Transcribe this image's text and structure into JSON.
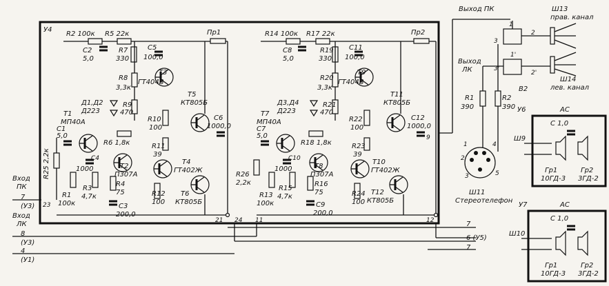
{
  "blocks": {
    "u4": "У4",
    "u6": "У6",
    "u7": "У7"
  },
  "ch1": {
    "R2": "R2 100к",
    "R5": "R5 22к",
    "Pr1": "Пр1",
    "C2": "C2",
    "C2v": "5,0",
    "R7": "R7",
    "R7v": "330",
    "C5": "C5",
    "C5v": "100,0",
    "T3": "T3",
    "T3t": "ГТ404В",
    "R8": "R8",
    "R8v": "3,3к",
    "D12": "Д1,Д2",
    "D12t": "Д223",
    "R9": "R9",
    "R9v": "470",
    "T5": "T5",
    "T5t": "КТ805Б",
    "C1": "C1",
    "C1v": "5,0",
    "T1": "T1",
    "T1t": "МП40А",
    "R6": "R6 1,8к",
    "R10": "R10",
    "R10v": "100",
    "C6": "C6",
    "C6v": "1000,0",
    "C4": "C4",
    "C4v": "1000",
    "R11": "R11",
    "R11v": "39",
    "T2": "T2",
    "T2t": "П307А",
    "T4": "T4",
    "T4t": "ГТ402Ж",
    "R25": "R25 2,2к",
    "R1": "R1",
    "R1v": "100к",
    "R3": "R3",
    "R3v": "4,7к",
    "R4": "R4",
    "R4v": "75",
    "C3": "C3",
    "C3v": "200,0",
    "R12": "R12",
    "R12v": "100",
    "T6": "T6",
    "T6t": "КТ805Б"
  },
  "ch2": {
    "R14": "R14 100к",
    "R17": "R17 22к",
    "Pr2": "Пр2",
    "C8": "C8",
    "C8v": "5,0",
    "R19": "R19",
    "R19v": "330",
    "C11": "C11",
    "C11v": "100,0",
    "T9": "T9",
    "T9t": "ГТ404В",
    "R20": "R20",
    "R20v": "3,3к",
    "D34": "Д3,Д4",
    "D34t": "Д223",
    "R21": "R21",
    "R21v": "470",
    "T11": "T11",
    "T11t": "КТ805Б",
    "C7": "C7",
    "C7v": "5,0",
    "T7": "T7",
    "T7t": "МП40А",
    "R18": "R18 1,8к",
    "R22": "R22",
    "R22v": "100",
    "C12": "C12",
    "C12v": "1000,0",
    "C10": "C10",
    "C10v": "1000",
    "R23": "R23",
    "R23v": "39",
    "T8": "T8",
    "T8t": "П307А",
    "T10": "T10",
    "T10t": "ГТ402Ж",
    "R26": "R26",
    "R26v": "2,2к",
    "R13": "R13",
    "R13v": "100к",
    "R15": "R15",
    "R15v": "4,7к",
    "R16": "R16",
    "R16v": "75",
    "C9": "C9",
    "C9v": "200,0",
    "R24": "R24",
    "R24v": "100",
    "T12": "T12",
    "T12t": "КТ805Б"
  },
  "io": {
    "in_pk_1": "Вход",
    "in_pk_2": "ПК",
    "in_lk_1": "Вход",
    "in_lk_2": "ЛК",
    "out_pk": "Выход ПК",
    "out_lk_1": "Выход",
    "out_lk_2": "ЛК",
    "n7a": "7",
    "n8": "8",
    "n4": "4",
    "u3a": "(У3)",
    "u3b": "(У3)",
    "u1": "(У1)",
    "p23": "23",
    "p21": "21",
    "p24": "24",
    "p11": "11",
    "p12": "12",
    "p9": "9",
    "n7b": "7",
    "n6u5": "6 (У5)",
    "n7c": "7"
  },
  "jacks": {
    "sh13_1": "Ш13",
    "sh13_2": "прав. канал",
    "sh14_1": "Ш14",
    "sh14_2": "лев. канал",
    "s1": "1",
    "s2": "2",
    "s3": "3",
    "s1b": "1'",
    "s2b": "2'",
    "s3b": "3'",
    "B2": "В2",
    "R1o": "R1",
    "R1ov": "390",
    "R2o": "R2",
    "R2ov": "390",
    "sh11_1": "Ш11",
    "sh11_2": "Стереотелефон",
    "pin1": "1",
    "pin2": "2",
    "pin3": "3",
    "pin4": "4",
    "pin5": "5"
  },
  "spk1": {
    "AC": "АС",
    "C": "С 1,0",
    "Sh": "Ш9",
    "Gr1": "Гр1",
    "Gr1t": "10ГД-3",
    "Gr2": "Гр2",
    "Gr2t": "3ГД-2"
  },
  "spk2": {
    "AC": "АС",
    "C": "С 1,0",
    "Sh": "Ш10",
    "Gr1": "Гр1",
    "Gr1t": "10ГД-3",
    "Gr2": "Гр2",
    "Gr2t": "3ГД-2"
  }
}
